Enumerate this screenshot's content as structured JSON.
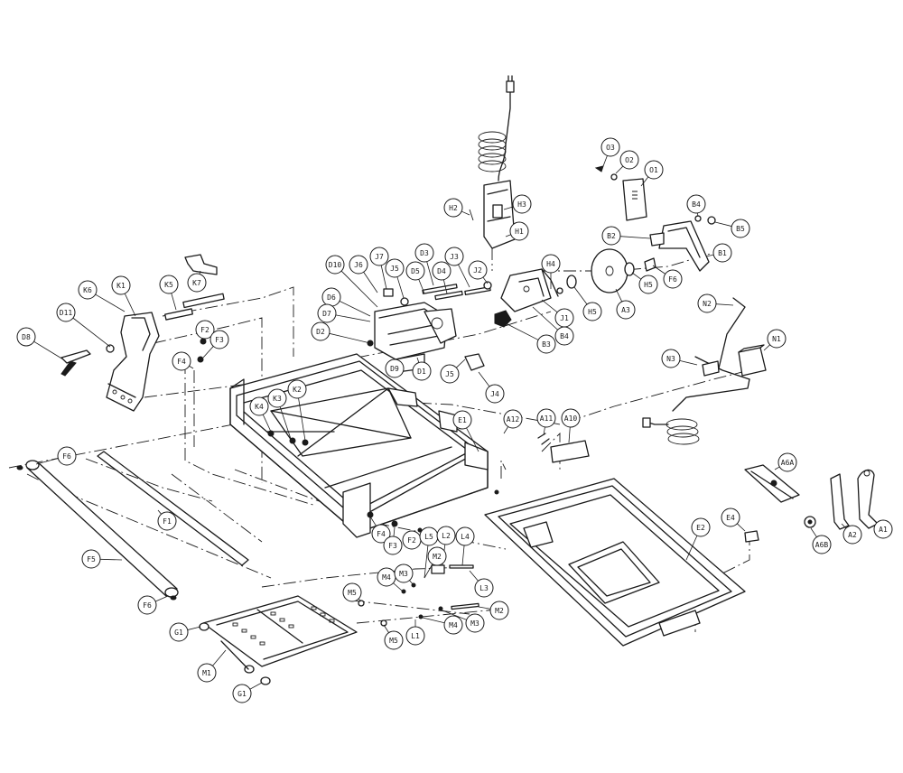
{
  "callouts": [
    {
      "id": "O3",
      "label": "O3"
    },
    {
      "id": "O2",
      "label": "O2"
    },
    {
      "id": "O1",
      "label": "O1"
    },
    {
      "id": "H3",
      "label": "H3"
    },
    {
      "id": "H2",
      "label": "H2"
    },
    {
      "id": "H1",
      "label": "H1"
    },
    {
      "id": "B4a",
      "label": "B4"
    },
    {
      "id": "B5",
      "label": "B5"
    },
    {
      "id": "B2",
      "label": "B2"
    },
    {
      "id": "B1",
      "label": "B1"
    },
    {
      "id": "H5a",
      "label": "H5"
    },
    {
      "id": "F6a",
      "label": "F6"
    },
    {
      "id": "A3",
      "label": "A3"
    },
    {
      "id": "H5b",
      "label": "H5"
    },
    {
      "id": "H4",
      "label": "H4"
    },
    {
      "id": "J1",
      "label": "J1"
    },
    {
      "id": "B3",
      "label": "B3"
    },
    {
      "id": "B4b",
      "label": "B4"
    },
    {
      "id": "J2",
      "label": "J2"
    },
    {
      "id": "J3",
      "label": "J3"
    },
    {
      "id": "D3",
      "label": "D3"
    },
    {
      "id": "D4",
      "label": "D4"
    },
    {
      "id": "D5",
      "label": "D5"
    },
    {
      "id": "J5a",
      "label": "J5"
    },
    {
      "id": "J7",
      "label": "J7"
    },
    {
      "id": "J6",
      "label": "J6"
    },
    {
      "id": "D10",
      "label": "D10"
    },
    {
      "id": "D6",
      "label": "D6"
    },
    {
      "id": "D7",
      "label": "D7"
    },
    {
      "id": "D2",
      "label": "D2"
    },
    {
      "id": "D9",
      "label": "D9"
    },
    {
      "id": "D1",
      "label": "D1"
    },
    {
      "id": "J5b",
      "label": "J5"
    },
    {
      "id": "J4",
      "label": "J4"
    },
    {
      "id": "K1",
      "label": "K1"
    },
    {
      "id": "K6",
      "label": "K6"
    },
    {
      "id": "K5",
      "label": "K5"
    },
    {
      "id": "K7",
      "label": "K7"
    },
    {
      "id": "D11",
      "label": "D11"
    },
    {
      "id": "D8",
      "label": "D8"
    },
    {
      "id": "F2a",
      "label": "F2"
    },
    {
      "id": "F3a",
      "label": "F3"
    },
    {
      "id": "F4a",
      "label": "F4"
    },
    {
      "id": "K4",
      "label": "K4"
    },
    {
      "id": "K3",
      "label": "K3"
    },
    {
      "id": "K2",
      "label": "K2"
    },
    {
      "id": "E1",
      "label": "E1"
    },
    {
      "id": "N2",
      "label": "N2"
    },
    {
      "id": "N1",
      "label": "N1"
    },
    {
      "id": "N3",
      "label": "N3"
    },
    {
      "id": "A12",
      "label": "A12"
    },
    {
      "id": "A11",
      "label": "A11"
    },
    {
      "id": "A10",
      "label": "A10"
    },
    {
      "id": "F6b",
      "label": "F6"
    },
    {
      "id": "F1",
      "label": "F1"
    },
    {
      "id": "F5",
      "label": "F5"
    },
    {
      "id": "F6c",
      "label": "F6"
    },
    {
      "id": "F4b",
      "label": "F4"
    },
    {
      "id": "F3b",
      "label": "F3"
    },
    {
      "id": "F2b",
      "label": "F2"
    },
    {
      "id": "L5",
      "label": "L5"
    },
    {
      "id": "L2",
      "label": "L2"
    },
    {
      "id": "L4",
      "label": "L4"
    },
    {
      "id": "M2a",
      "label": "M2"
    },
    {
      "id": "M4a",
      "label": "M4"
    },
    {
      "id": "M3a",
      "label": "M3"
    },
    {
      "id": "L3",
      "label": "L3"
    },
    {
      "id": "M5a",
      "label": "M5"
    },
    {
      "id": "M3b",
      "label": "M3"
    },
    {
      "id": "M2b",
      "label": "M2"
    },
    {
      "id": "M4b",
      "label": "M4"
    },
    {
      "id": "M5b",
      "label": "M5"
    },
    {
      "id": "L1",
      "label": "L1"
    },
    {
      "id": "G1a",
      "label": "G1"
    },
    {
      "id": "M1",
      "label": "M1"
    },
    {
      "id": "G1b",
      "label": "G1"
    },
    {
      "id": "E2",
      "label": "E2"
    },
    {
      "id": "E4",
      "label": "E4"
    },
    {
      "id": "A6A",
      "label": "A6A"
    },
    {
      "id": "A6B",
      "label": "A6B"
    },
    {
      "id": "A2",
      "label": "A2"
    },
    {
      "id": "A1",
      "label": "A1"
    }
  ]
}
